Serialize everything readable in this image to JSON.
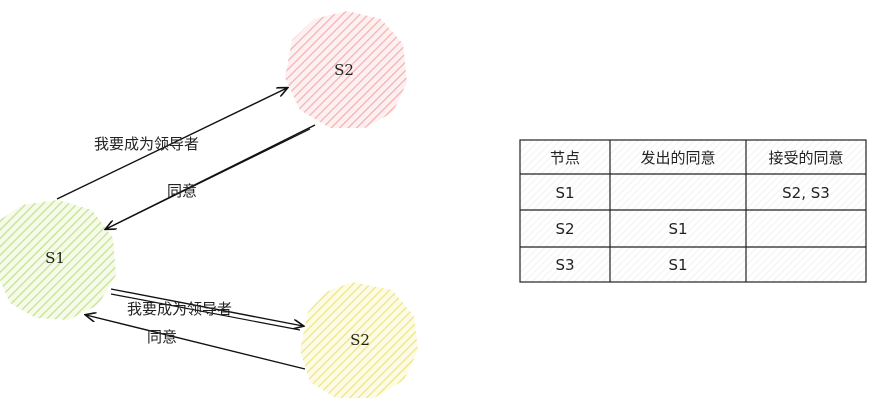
{
  "diagram": {
    "nodes": {
      "top": {
        "label": "S2",
        "color": "#f4b3b3"
      },
      "left": {
        "label": "S1",
        "color": "#c9e49a"
      },
      "bottom": {
        "label": "S2",
        "color": "#f0ec92"
      }
    },
    "edges": {
      "s1_to_top_request": "我要成为领导者",
      "top_to_s1_agree": "同意",
      "s1_to_bottom_request": "我要成为领导者",
      "bottom_to_s1_agree": "同意"
    }
  },
  "vote_table": {
    "headers": [
      "节点",
      "发出的同意",
      "接受的同意"
    ],
    "rows": [
      [
        "S1",
        "",
        "S2, S3"
      ],
      [
        "S2",
        "S1",
        ""
      ],
      [
        "S3",
        "S1",
        ""
      ]
    ]
  }
}
